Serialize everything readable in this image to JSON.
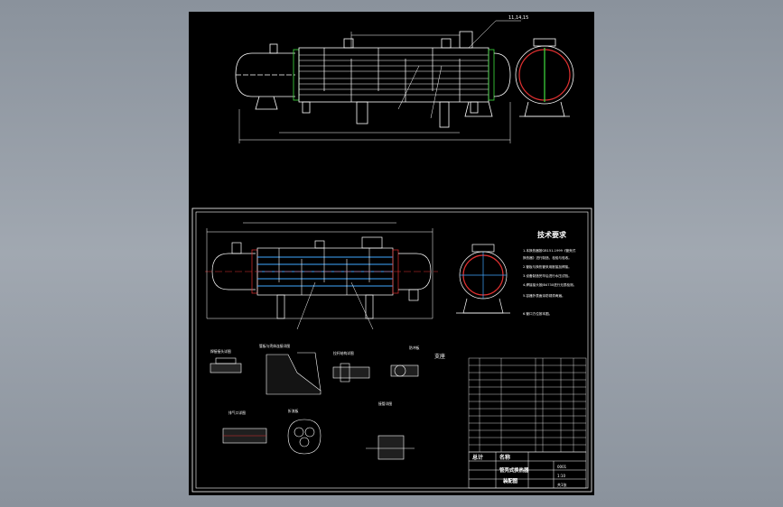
{
  "top_view": {
    "nozzle_label": "11,14,15"
  },
  "tech_req": {
    "title": "技术要求",
    "lines": [
      "1.本换热器按GB151-1999《管壳式",
      "换热器》进行制造、检验与验收。",
      "2.管板与换热管采用胀接加焊接。",
      "3.设备制造完毕后进行水压试验。",
      "4.焊接接头按JB4730进行无损检测。",
      "5.容器外表面涂防锈漆两遍。",
      "6.管口方位按本图。"
    ]
  },
  "details": {
    "d1": "焊接接头详图",
    "d2": "管板与壳体连接详图",
    "d3": "拉杆结构详图",
    "d4": "防冲板",
    "d5": "支座",
    "d6": "折流板",
    "d7": "排气口详图",
    "d8": "接管详图"
  },
  "title_block": {
    "col_total": "总计",
    "col_name": "名称",
    "drawing_title_1": "管壳式换热器",
    "drawing_title_2": "装配图",
    "scale": "1:10",
    "sheet": "共1张",
    "code": "0001"
  },
  "colors": {
    "line": "#ffffff",
    "tube": "#3fa7ff",
    "accent": "#e03030",
    "green": "#3fe03f",
    "dim": "#ffd23f"
  }
}
